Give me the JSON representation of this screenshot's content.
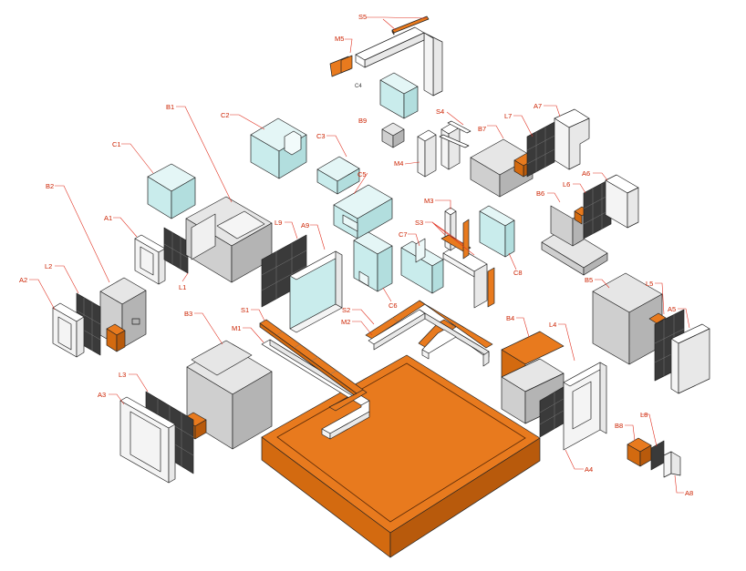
{
  "diagram": {
    "colors": {
      "accent_orange": "#e87a1e",
      "leader_red": "#e03020",
      "glass_cyan": "#d6f2f2",
      "panel_dark": "#3a3a3a",
      "block_gray": "#d0d0d0"
    },
    "labels": {
      "S5": "S5",
      "M5": "M5",
      "C4": "C4",
      "B9": "B9",
      "S4": "S4",
      "M4": "M4",
      "B7": "B7",
      "L7": "L7",
      "A7": "A7",
      "B1": "B1",
      "C2": "C2",
      "C1": "C1",
      "C3": "C3",
      "C5": "C5",
      "M3": "M3",
      "S3": "S3",
      "B6": "B6",
      "L6": "L6",
      "A6": "A6",
      "B2": "B2",
      "A1": "A1",
      "L9": "L9",
      "A9": "A9",
      "C7": "C7",
      "C8": "C8",
      "L1": "L1",
      "C6": "C6",
      "L2": "L2",
      "A2": "A2",
      "S1": "S1",
      "S2": "S2",
      "M1": "M1",
      "M2": "M2",
      "B3": "B3",
      "B4": "B4",
      "L4": "L4",
      "B5": "B5",
      "L5": "L5",
      "A5": "A5",
      "L3": "L3",
      "A3": "A3",
      "A4": "A4",
      "L8": "L8",
      "B8": "B8",
      "A8": "A8"
    }
  }
}
